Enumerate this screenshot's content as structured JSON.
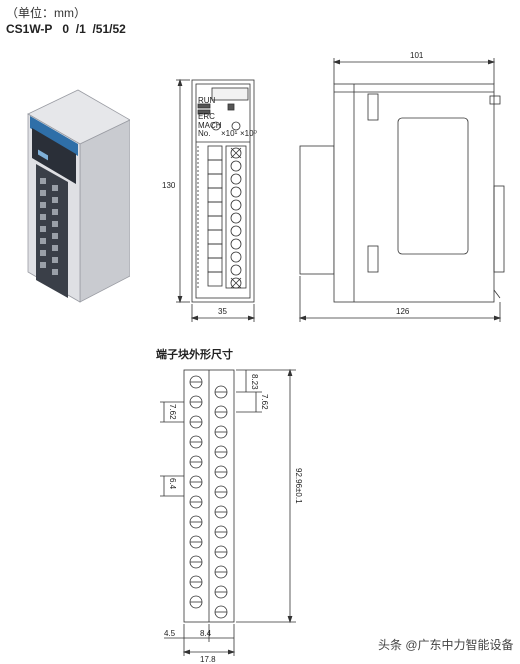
{
  "header": {
    "unit_label": "（单位：mm）",
    "model_label": "CS1W-P   0  /1  /51/52"
  },
  "front_view": {
    "width_dim": "35",
    "height_dim": "130",
    "panel_labels": {
      "run": "RUN",
      "err": "ERC",
      "mach": "MACH",
      "no": "No.",
      "x10_1": "×10¹",
      "x10_0": "×10⁰"
    }
  },
  "side_view": {
    "top_dim": "101",
    "bottom_dim": "126"
  },
  "terminal_block": {
    "title": "端子块外形尺寸",
    "dims": {
      "top_pitch_a": "8.23",
      "top_pitch_b": "7.62",
      "left_pitch": "7.62",
      "left_width": "6.4",
      "total_height": "92.96±0.1",
      "bottom_left": "4.5",
      "bottom_mid": "8.4",
      "bottom_total": "17.8"
    }
  },
  "watermark": "头条 @广东中力智能设备",
  "colors": {
    "line": "#333333",
    "module_body": "#d8d9dd",
    "module_dark": "#3d4450",
    "accent_blue": "#3d7fbf"
  }
}
